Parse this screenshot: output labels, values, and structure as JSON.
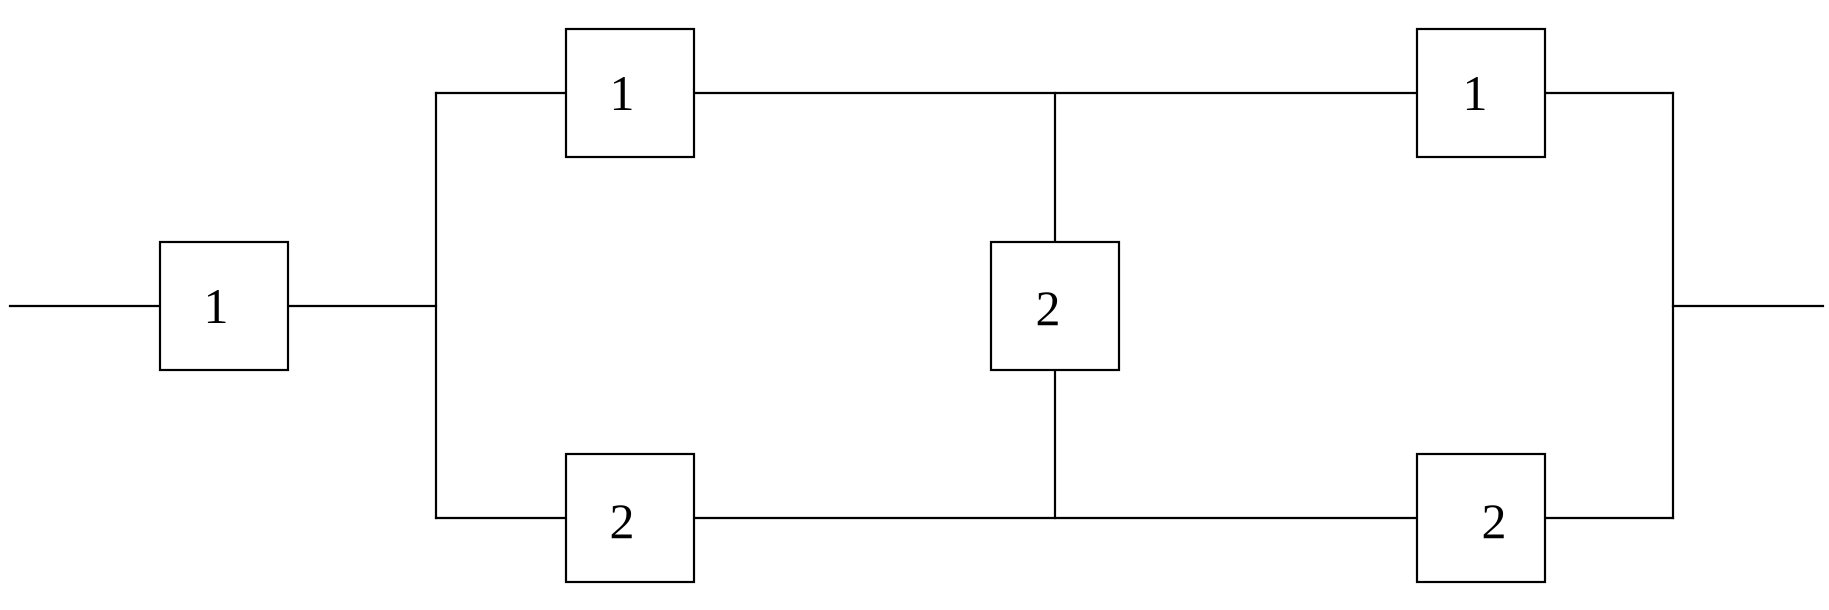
{
  "diagram": {
    "blocks": [
      {
        "id": "input-block",
        "label": "1"
      },
      {
        "id": "upper-left-block",
        "label": "1"
      },
      {
        "id": "lower-left-block",
        "label": "2"
      },
      {
        "id": "bridge-block",
        "label": "2"
      },
      {
        "id": "upper-right-block",
        "label": "1"
      },
      {
        "id": "lower-right-block",
        "label": "2"
      }
    ]
  }
}
